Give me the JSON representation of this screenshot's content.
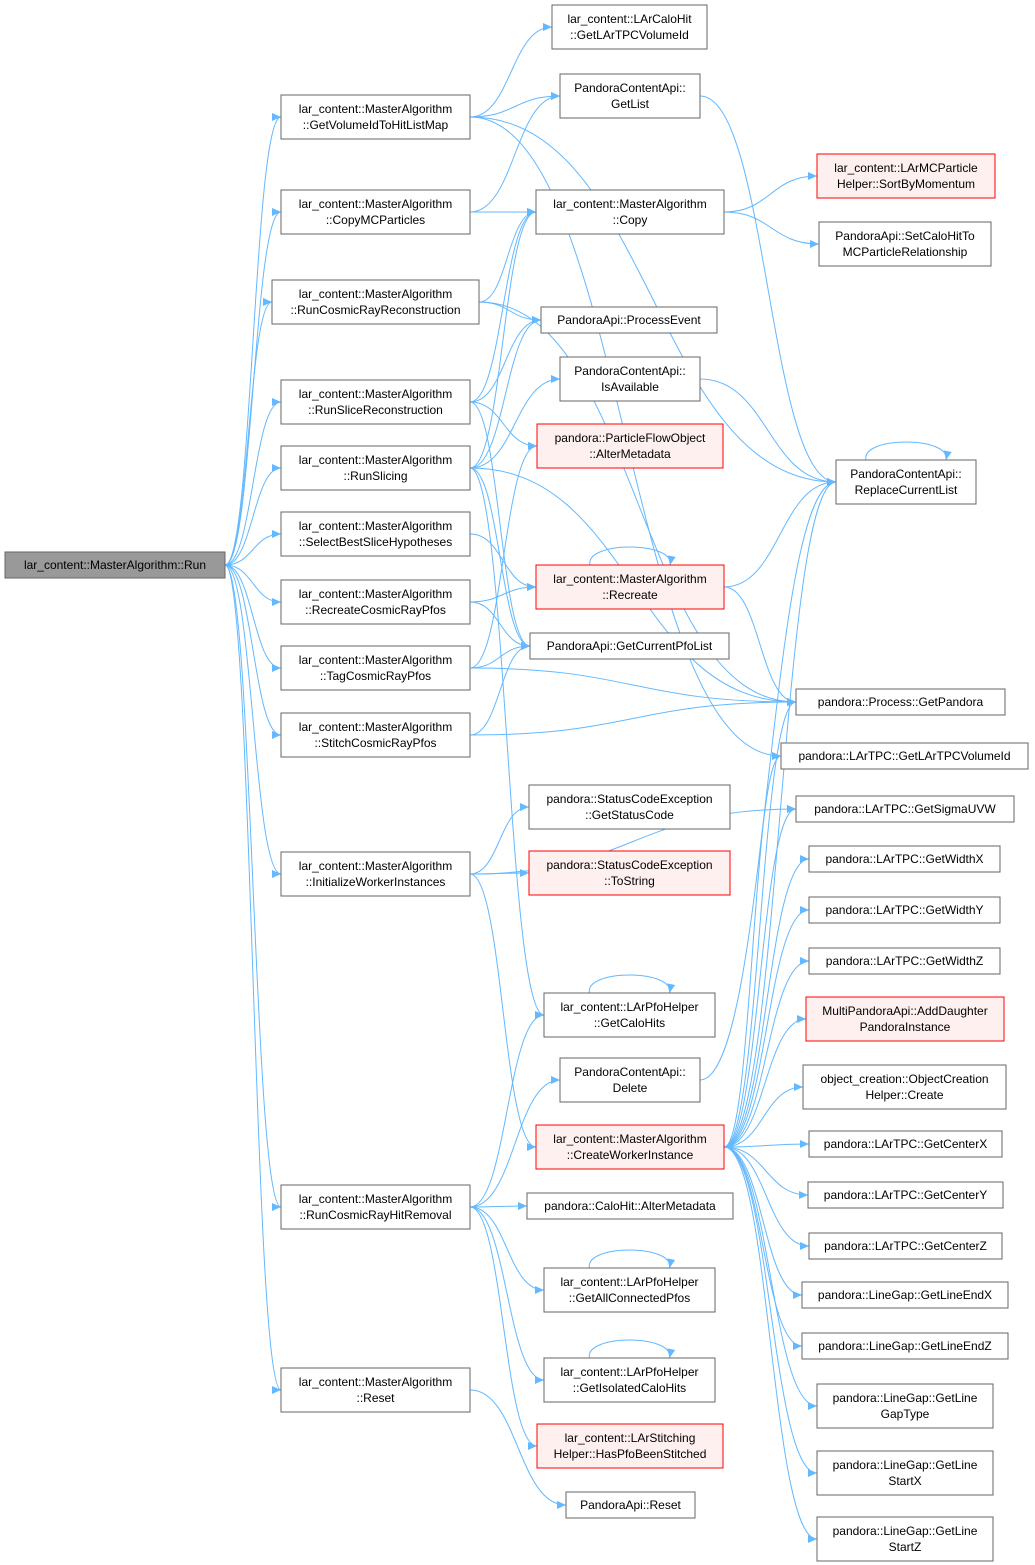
{
  "palette": {
    "edge": "#63b8ff",
    "node_border": "#666666",
    "red_border": "#ff0000",
    "red_fill": "#fff0f0",
    "root_fill": "#999999"
  },
  "nodes": {
    "run": {
      "kind": "root",
      "lines": [
        "lar_content::MasterAlgorithm::Run"
      ]
    },
    "getvolume": {
      "kind": "normal",
      "lines": [
        "lar_content::MasterAlgorithm",
        "::GetVolumeIdToHitListMap"
      ]
    },
    "copymc": {
      "kind": "normal",
      "lines": [
        "lar_content::MasterAlgorithm",
        "::CopyMCParticles"
      ]
    },
    "runcosmic": {
      "kind": "normal",
      "lines": [
        "lar_content::MasterAlgorithm",
        "::RunCosmicRayReconstruction"
      ]
    },
    "runslicereco": {
      "kind": "normal",
      "lines": [
        "lar_content::MasterAlgorithm",
        "::RunSliceReconstruction"
      ]
    },
    "runslicing": {
      "kind": "normal",
      "lines": [
        "lar_content::MasterAlgorithm",
        "::RunSlicing"
      ]
    },
    "selectbest": {
      "kind": "normal",
      "lines": [
        "lar_content::MasterAlgorithm",
        "::SelectBestSliceHypotheses"
      ]
    },
    "recreatecosmic": {
      "kind": "normal",
      "lines": [
        "lar_content::MasterAlgorithm",
        "::RecreateCosmicRayPfos"
      ]
    },
    "tagcosmic": {
      "kind": "normal",
      "lines": [
        "lar_content::MasterAlgorithm",
        "::TagCosmicRayPfos"
      ]
    },
    "stitchcosmic": {
      "kind": "normal",
      "lines": [
        "lar_content::MasterAlgorithm",
        "::StitchCosmicRayPfos"
      ]
    },
    "initworker": {
      "kind": "normal",
      "lines": [
        "lar_content::MasterAlgorithm",
        "::InitializeWorkerInstances"
      ]
    },
    "runhitremoval": {
      "kind": "normal",
      "lines": [
        "lar_content::MasterAlgorithm",
        "::RunCosmicRayHitRemoval"
      ]
    },
    "reset": {
      "kind": "normal",
      "lines": [
        "lar_content::MasterAlgorithm",
        "::Reset"
      ]
    },
    "getlartpcvol_hit": {
      "kind": "normal",
      "lines": [
        "lar_content::LArCaloHit",
        "::GetLArTPCVolumeId"
      ]
    },
    "getlist": {
      "kind": "normal",
      "lines": [
        "PandoraContentApi::",
        "GetList"
      ]
    },
    "copy": {
      "kind": "normal",
      "lines": [
        "lar_content::MasterAlgorithm",
        "::Copy"
      ]
    },
    "processevent": {
      "kind": "normal",
      "lines": [
        "PandoraApi::ProcessEvent"
      ]
    },
    "isavailable": {
      "kind": "normal",
      "lines": [
        "PandoraContentApi::",
        "IsAvailable"
      ]
    },
    "altermeta_pfo": {
      "kind": "red",
      "lines": [
        "pandora::ParticleFlowObject",
        "::AlterMetadata"
      ]
    },
    "recreate": {
      "kind": "red",
      "lines": [
        "lar_content::MasterAlgorithm",
        "::Recreate"
      ]
    },
    "getcurrentpfo": {
      "kind": "normal",
      "lines": [
        "PandoraApi::GetCurrentPfoList"
      ]
    },
    "getstatuscode": {
      "kind": "normal",
      "lines": [
        "pandora::StatusCodeException",
        "::GetStatusCode"
      ]
    },
    "tostring": {
      "kind": "red",
      "lines": [
        "pandora::StatusCodeException",
        "::ToString"
      ]
    },
    "getcalohits": {
      "kind": "normal",
      "lines": [
        "lar_content::LArPfoHelper",
        "::GetCaloHits"
      ]
    },
    "delete": {
      "kind": "normal",
      "lines": [
        "PandoraContentApi::",
        "Delete"
      ]
    },
    "createworker": {
      "kind": "red",
      "lines": [
        "lar_content::MasterAlgorithm",
        "::CreateWorkerInstance"
      ]
    },
    "altermeta_calo": {
      "kind": "normal",
      "lines": [
        "pandora::CaloHit::AlterMetadata"
      ]
    },
    "getallconnected": {
      "kind": "normal",
      "lines": [
        "lar_content::LArPfoHelper",
        "::GetAllConnectedPfos"
      ]
    },
    "getisolated": {
      "kind": "normal",
      "lines": [
        "lar_content::LArPfoHelper",
        "::GetIsolatedCaloHits"
      ]
    },
    "haspfostitched": {
      "kind": "red",
      "lines": [
        "lar_content::LArStitching",
        "Helper::HasPfoBeenStitched"
      ]
    },
    "pandorareset": {
      "kind": "normal",
      "lines": [
        "PandoraApi::Reset"
      ]
    },
    "sortbymomentum": {
      "kind": "red",
      "lines": [
        "lar_content::LArMCParticle",
        "Helper::SortByMomentum"
      ]
    },
    "setcalohitto": {
      "kind": "normal",
      "lines": [
        "PandoraApi::SetCaloHitTo",
        "MCParticleRelationship"
      ]
    },
    "replacecurrent": {
      "kind": "normal",
      "lines": [
        "PandoraContentApi::",
        "ReplaceCurrentList"
      ]
    },
    "getpandora": {
      "kind": "normal",
      "lines": [
        "pandora::Process::GetPandora"
      ]
    },
    "tpc_getvolid": {
      "kind": "normal",
      "lines": [
        "pandora::LArTPC::GetLArTPCVolumeId"
      ]
    },
    "tpc_sigma": {
      "kind": "normal",
      "lines": [
        "pandora::LArTPC::GetSigmaUVW"
      ]
    },
    "tpc_widthx": {
      "kind": "normal",
      "lines": [
        "pandora::LArTPC::GetWidthX"
      ]
    },
    "tpc_widthy": {
      "kind": "normal",
      "lines": [
        "pandora::LArTPC::GetWidthY"
      ]
    },
    "tpc_widthz": {
      "kind": "normal",
      "lines": [
        "pandora::LArTPC::GetWidthZ"
      ]
    },
    "adddaughter": {
      "kind": "red",
      "lines": [
        "MultiPandoraApi::AddDaughter",
        "PandoraInstance"
      ]
    },
    "objcreate": {
      "kind": "normal",
      "lines": [
        "object_creation::ObjectCreation",
        "Helper::Create"
      ]
    },
    "tpc_centerx": {
      "kind": "normal",
      "lines": [
        "pandora::LArTPC::GetCenterX"
      ]
    },
    "tpc_centery": {
      "kind": "normal",
      "lines": [
        "pandora::LArTPC::GetCenterY"
      ]
    },
    "tpc_centerz": {
      "kind": "normal",
      "lines": [
        "pandora::LArTPC::GetCenterZ"
      ]
    },
    "lg_endx": {
      "kind": "normal",
      "lines": [
        "pandora::LineGap::GetLineEndX"
      ]
    },
    "lg_endz": {
      "kind": "normal",
      "lines": [
        "pandora::LineGap::GetLineEndZ"
      ]
    },
    "lg_gaptype": {
      "kind": "normal",
      "lines": [
        "pandora::LineGap::GetLine",
        "GapType"
      ]
    },
    "lg_startx": {
      "kind": "normal",
      "lines": [
        "pandora::LineGap::GetLine",
        "StartX"
      ]
    },
    "lg_startz": {
      "kind": "normal",
      "lines": [
        "pandora::LineGap::GetLine",
        "StartZ"
      ]
    }
  },
  "edges": [
    [
      "run",
      "getvolume"
    ],
    [
      "run",
      "copymc"
    ],
    [
      "run",
      "runcosmic"
    ],
    [
      "run",
      "runslicereco"
    ],
    [
      "run",
      "runslicing"
    ],
    [
      "run",
      "selectbest"
    ],
    [
      "run",
      "recreatecosmic"
    ],
    [
      "run",
      "tagcosmic"
    ],
    [
      "run",
      "stitchcosmic"
    ],
    [
      "run",
      "initworker"
    ],
    [
      "run",
      "runhitremoval"
    ],
    [
      "run",
      "reset"
    ],
    [
      "getvolume",
      "getlartpcvol_hit"
    ],
    [
      "getvolume",
      "getlist"
    ],
    [
      "getvolume",
      "tpc_getvolid"
    ],
    [
      "copymc",
      "copy"
    ],
    [
      "copymc",
      "getlist"
    ],
    [
      "runcosmic",
      "processevent"
    ],
    [
      "runcosmic",
      "copy"
    ],
    [
      "runcosmic",
      "getpandora"
    ],
    [
      "runslicereco",
      "copy"
    ],
    [
      "runslicereco",
      "processevent"
    ],
    [
      "runslicereco",
      "altermeta_pfo"
    ],
    [
      "runslicereco",
      "getcurrentpfo"
    ],
    [
      "runslicing",
      "isavailable"
    ],
    [
      "runslicing",
      "copy"
    ],
    [
      "runslicing",
      "processevent"
    ],
    [
      "runslicing",
      "getcurrentpfo"
    ],
    [
      "runslicing",
      "getpandora"
    ],
    [
      "runslicing",
      "getcalohits"
    ],
    [
      "selectbest",
      "recreate"
    ],
    [
      "recreatecosmic",
      "recreate"
    ],
    [
      "recreatecosmic",
      "getcurrentpfo"
    ],
    [
      "tagcosmic",
      "getcurrentpfo"
    ],
    [
      "tagcosmic",
      "altermeta_pfo"
    ],
    [
      "tagcosmic",
      "getpandora"
    ],
    [
      "stitchcosmic",
      "getcurrentpfo"
    ],
    [
      "stitchcosmic",
      "getpandora"
    ],
    [
      "initworker",
      "getstatuscode"
    ],
    [
      "initworker",
      "tostring"
    ],
    [
      "initworker",
      "createworker"
    ],
    [
      "initworker",
      "tpc_sigma"
    ],
    [
      "runhitremoval",
      "altermeta_calo"
    ],
    [
      "runhitremoval",
      "getcalohits"
    ],
    [
      "runhitremoval",
      "delete"
    ],
    [
      "runhitremoval",
      "getallconnected"
    ],
    [
      "runhitremoval",
      "getisolated"
    ],
    [
      "runhitremoval",
      "haspfostitched"
    ],
    [
      "reset",
      "pandorareset"
    ],
    [
      "copy",
      "sortbymomentum"
    ],
    [
      "copy",
      "setcalohitto"
    ],
    [
      "getlist",
      "replacecurrent"
    ],
    [
      "isavailable",
      "replacecurrent"
    ],
    [
      "recreate",
      "replacecurrent"
    ],
    [
      "recreate",
      "getpandora"
    ],
    [
      "delete",
      "replacecurrent"
    ],
    [
      "createworker",
      "getpandora"
    ],
    [
      "createworker",
      "replacecurrent"
    ],
    [
      "createworker",
      "tpc_getvolid"
    ],
    [
      "createworker",
      "tpc_sigma"
    ],
    [
      "createworker",
      "tpc_widthx"
    ],
    [
      "createworker",
      "tpc_widthy"
    ],
    [
      "createworker",
      "tpc_widthz"
    ],
    [
      "createworker",
      "adddaughter"
    ],
    [
      "createworker",
      "objcreate"
    ],
    [
      "createworker",
      "tpc_centerx"
    ],
    [
      "createworker",
      "tpc_centery"
    ],
    [
      "createworker",
      "tpc_centerz"
    ],
    [
      "createworker",
      "lg_endx"
    ],
    [
      "createworker",
      "lg_endz"
    ],
    [
      "createworker",
      "lg_gaptype"
    ],
    [
      "createworker",
      "lg_startx"
    ],
    [
      "createworker",
      "lg_startz"
    ],
    [
      "getvolume",
      "replacecurrent"
    ],
    [
      "replacecurrent",
      "replacecurrent"
    ],
    [
      "recreate",
      "recreate"
    ],
    [
      "getcalohits",
      "getcalohits"
    ],
    [
      "getallconnected",
      "getallconnected"
    ],
    [
      "getisolated",
      "getisolated"
    ]
  ]
}
